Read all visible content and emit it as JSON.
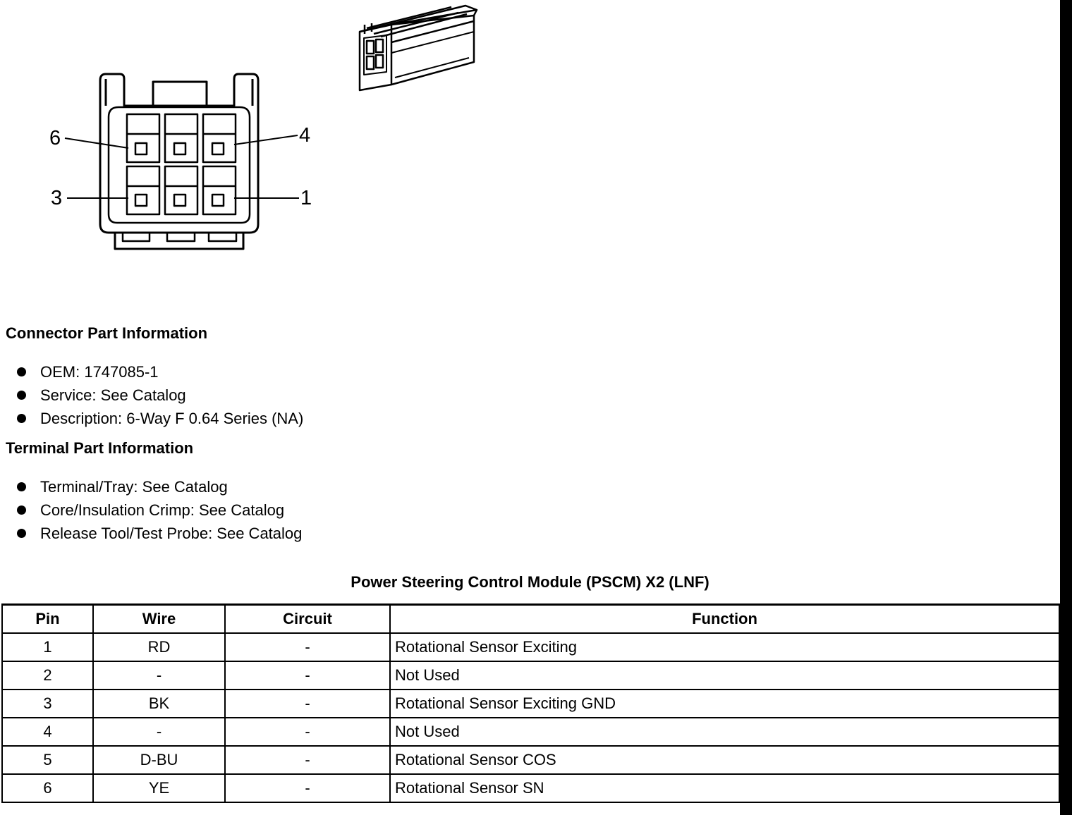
{
  "diagram": {
    "pin_labels": {
      "top_left": "6",
      "top_right": "4",
      "bottom_left": "3",
      "bottom_right": "1"
    }
  },
  "connector_part_info": {
    "heading": "Connector Part Information",
    "items": [
      "OEM: 1747085-1",
      "Service: See Catalog",
      "Description: 6-Way F 0.64 Series (NA)"
    ]
  },
  "terminal_part_info": {
    "heading": "Terminal Part Information",
    "items": [
      "Terminal/Tray: See Catalog",
      "Core/Insulation Crimp: See Catalog",
      "Release Tool/Test Probe: See Catalog"
    ]
  },
  "table": {
    "title": "Power Steering Control Module (PSCM) X2 (LNF)",
    "headers": [
      "Pin",
      "Wire",
      "Circuit",
      "Function"
    ],
    "rows": [
      [
        "1",
        "RD",
        "-",
        "Rotational Sensor Exciting"
      ],
      [
        "2",
        "-",
        "-",
        "Not Used"
      ],
      [
        "3",
        "BK",
        "-",
        "Rotational Sensor Exciting GND"
      ],
      [
        "4",
        "-",
        "-",
        "Not Used"
      ],
      [
        "5",
        "D-BU",
        "-",
        "Rotational Sensor COS"
      ],
      [
        "6",
        "YE",
        "-",
        "Rotational Sensor SN"
      ]
    ]
  }
}
